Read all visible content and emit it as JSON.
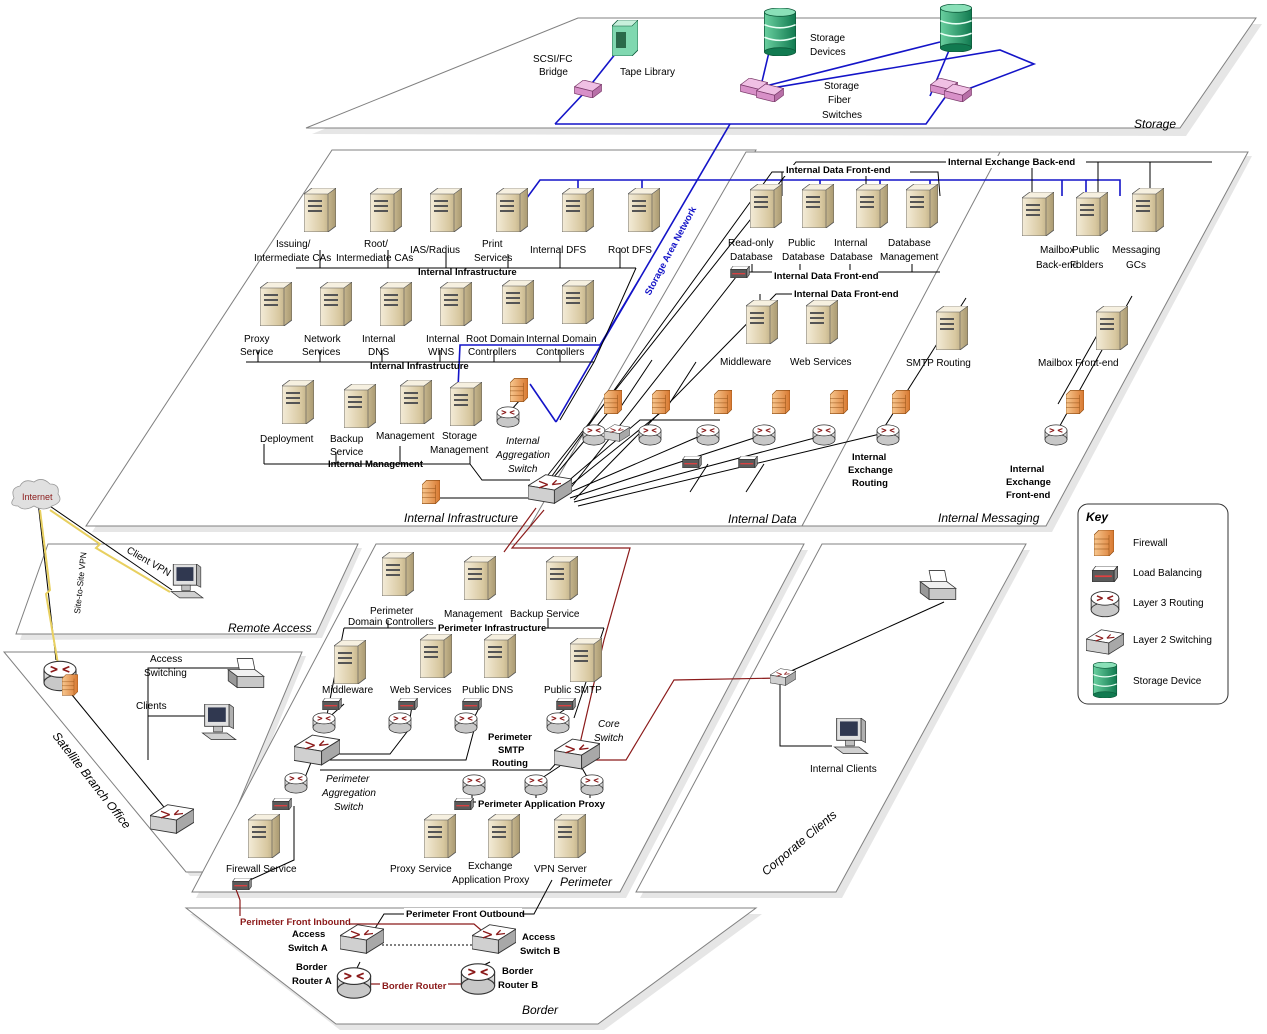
{
  "colors": {
    "line": "#000000",
    "storage_network": "#1414c8",
    "perimeter_link": "#8b1a1a",
    "firewall": "#f0a060",
    "storage_device": "#1f9a6a",
    "fiber_switch": "#d890c8",
    "server": "#e8dcc0"
  },
  "zones": {
    "storage": "Storage",
    "internal_infrastructure": "Internal Infrastructure",
    "internal_data": "Internal Data",
    "internal_messaging": "Internal Messaging",
    "remote_access": "Remote Access",
    "satellite": "Satellite Branch Office",
    "perimeter": "Perimeter",
    "corporate_clients": "Corporate Clients",
    "border": "Border"
  },
  "storage": {
    "scsi_line1": "SCSI/FC",
    "scsi_line2": "Bridge",
    "tape_library": "Tape Library",
    "devices_line1": "Storage",
    "devices_line2": "Devices",
    "fiber_line1": "Storage",
    "fiber_line2": "Fiber",
    "fiber_line3": "Switches",
    "san": "Storage Area Network"
  },
  "infra": {
    "issuing_1": "Issuing/",
    "issuing_2": "Intermediate CAs",
    "root_1": "Root/",
    "root_2": "Intermediate CAs",
    "ias": "IAS/Radius",
    "print_1": "Print",
    "print_2": "Services",
    "internal_dfs": "Internal DFS",
    "root_dfs": "Root DFS",
    "net_infra_1": "Internal Infrastructure",
    "proxy_1": "Proxy",
    "proxy_2": "Service",
    "network_1": "Network",
    "network_2": "Services",
    "dns_1": "Internal",
    "dns_2": "DNS",
    "wins_1": "Internal",
    "wins_2": "WINS",
    "rootdc_1": "Root Domain",
    "rootdc_2": "Controllers",
    "intdc_1": "Internal Domain",
    "intdc_2": "Controllers",
    "net_infra_2": "Internal Infrastructure",
    "deployment": "Deployment",
    "backup_1": "Backup",
    "backup_2": "Service",
    "management": "Management",
    "storage_mgmt_1": "Storage",
    "storage_mgmt_2": "Management",
    "net_mgmt": "Internal Management",
    "agg_1": "Internal",
    "agg_2": "Aggregation",
    "agg_3": "Switch"
  },
  "data": {
    "net_exchange_backend": "Internal Exchange Back-end",
    "net_data_frontend_1": "Internal Data Front-end",
    "readonly_1": "Read-only",
    "readonly_2": "Database",
    "public_db_1": "Public",
    "public_db_2": "Database",
    "internal_db_1": "Internal",
    "internal_db_2": "Database",
    "db_mgmt_1": "Database",
    "db_mgmt_2": "Management",
    "net_data_frontend_2": "Internal Data Front-end",
    "net_data_frontend_3": "Internal Data Front-end",
    "middleware": "Middleware",
    "web_services": "Web Services"
  },
  "messaging": {
    "mailbox_be_1": "Mailbox",
    "mailbox_be_2": "Back-end",
    "public_folders_1": "Public",
    "public_folders_2": "Folders",
    "messaging_gcs_1": "Messaging",
    "messaging_gcs_2": "GCs",
    "smtp_routing": "SMTP Routing",
    "mailbox_fe": "Mailbox Front-end",
    "exch_routing_1": "Internal",
    "exch_routing_2": "Exchange",
    "exch_routing_3": "Routing",
    "exch_fe_1": "Internal",
    "exch_fe_2": "Exchange",
    "exch_fe_3": "Front-end"
  },
  "internet": {
    "label": "Internet",
    "client_vpn": "Client VPN",
    "site_vpn": "Site-to-Site VPN"
  },
  "satellite": {
    "access_1": "Access",
    "access_2": "Switching",
    "clients": "Clients"
  },
  "perimeter": {
    "domain_ctrl_1": "Perimeter",
    "domain_ctrl_2": "Domain Controllers",
    "management": "Management",
    "backup": "Backup Service",
    "net_infra": "Perimeter Infrastructure",
    "middleware": "Middleware",
    "web_services": "Web Services",
    "public_dns": "Public DNS",
    "public_smtp": "Public SMTP",
    "core_1": "Core",
    "core_2": "Switch",
    "smtp_1": "Perimeter",
    "smtp_2": "SMTP",
    "smtp_3": "Routing",
    "agg_1": "Perimeter",
    "agg_2": "Aggregation",
    "agg_3": "Switch",
    "net_app_proxy": "Perimeter Application Proxy",
    "firewall_service": "Firewall Service",
    "proxy_service": "Proxy Service",
    "exch_proxy_1": "Exchange",
    "exch_proxy_2": "Application Proxy",
    "vpn_server_1": "VPN Server"
  },
  "corporate": {
    "internal_clients": "Internal  Clients"
  },
  "border": {
    "front_inbound": "Perimeter Front Inbound",
    "front_outbound": "Perimeter Front Outbound",
    "access_a_1": "Access",
    "access_a_2": "Switch A",
    "access_b_1": "Access",
    "access_b_2": "Switch B",
    "router_a_1": "Border",
    "router_a_2": "Router A",
    "router_b_1": "Border",
    "router_b_2": "Router B",
    "border_router": "Border Router"
  },
  "key": {
    "title": "Key",
    "firewall": "Firewall",
    "load_balancing": "Load Balancing",
    "l3": "Layer 3 Routing",
    "l2": "Layer 2 Switching",
    "storage_device": "Storage Device"
  }
}
